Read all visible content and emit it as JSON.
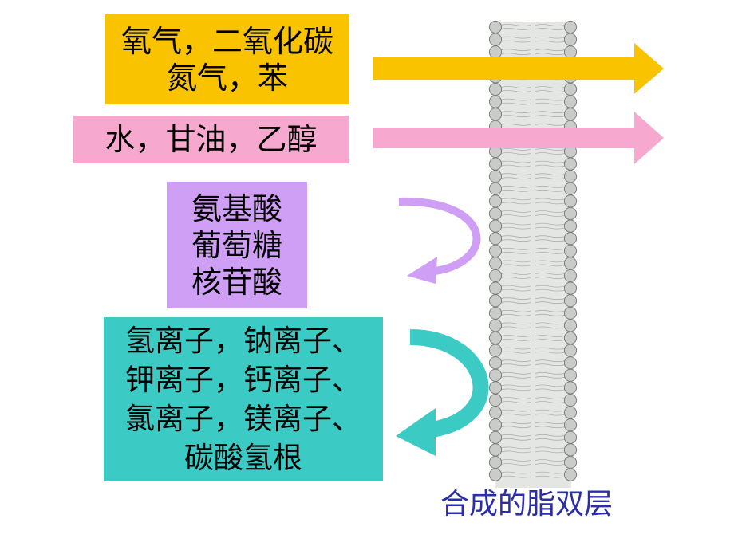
{
  "boxes": {
    "gases": {
      "lines": [
        "氧气，二氧化碳",
        "氮气，苯"
      ],
      "color": "#f9c300"
    },
    "small_polar": {
      "lines": [
        "水，甘油，乙醇"
      ],
      "color": "#f7a8cf"
    },
    "organic_molecules": {
      "lines": [
        "氨基酸",
        "葡萄糖",
        "核苷酸"
      ],
      "color": "#cf9ef5"
    },
    "ions": {
      "lines": [
        "氢离子，钠离子、",
        "钾离子，钙离子、",
        "氯离子，镁离子、",
        "碳酸氢根"
      ],
      "color": "#3bcbc4"
    }
  },
  "arrows": {
    "gases_pass": {
      "color": "#f9c300",
      "icon": "right-arrow"
    },
    "polar_pass": {
      "color": "#f7a8cf",
      "icon": "right-arrow"
    },
    "organic_blocked": {
      "color": "#cf9ef5",
      "icon": "curved-return-arrow"
    },
    "ions_blocked": {
      "color": "#3bcbc4",
      "icon": "curved-return-arrow"
    }
  },
  "membrane_caption": "合成的脂双层",
  "colors": {
    "caption": "#2b2ea8",
    "lipid_head": "#c9ccc9",
    "lipid_head_edge": "#7b7e7b"
  }
}
